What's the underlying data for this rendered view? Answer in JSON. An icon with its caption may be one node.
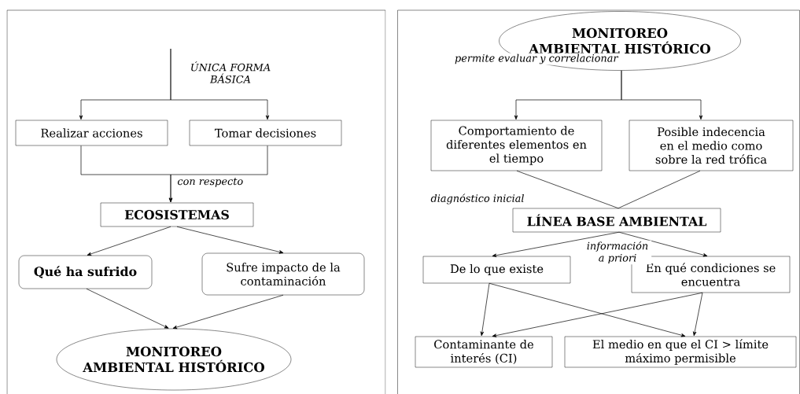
{
  "diagram": {
    "nodes": [
      {
        "text": [],
        "shape": "box"
      },
      {
        "text": [
          "Realizar acciones"
        ],
        "in": 0
      },
      {
        "text": [
          "Tomar decisiones"
        ],
        "in": 0
      },
      {
        "text": [
          "ECOSISTEMAS"
        ],
        "in": 0
      },
      {
        "text": [
          "Qué ha sufrido"
        ],
        "in": 0
      },
      {
        "text": [
          "Sufre impacto de la contaminación"
        ],
        "in": 0
      },
      {
        "text": [
          "MONITOREO AMBIENTAL HISTÓRICO"
        ],
        "in": 0
      },
      {
        "text": [],
        "shape": "box"
      },
      {
        "text": [
          "MONITOREO AMBIENTAL HISTÓRICO"
        ],
        "in": 7
      },
      {
        "text": [
          "Comportamiento de diferentes elementos en el tiempo"
        ],
        "in": 7
      },
      {
        "text": [
          "Posible indecencia en el medio como sobre la red trófica"
        ],
        "in": 7
      },
      {
        "text": [
          "LÍNEA BASE AMBIENTAL"
        ],
        "in": 7
      },
      {
        "text": [
          "De lo que existe"
        ],
        "in": 7
      },
      {
        "text": [
          "En qué condiciones se encuentra"
        ],
        "in": 7
      },
      {
        "text": [
          "Contaminante de interés (CI)"
        ],
        "in": 7
      },
      {
        "text": [
          "El medio en que el CI > límite máximo permisible"
        ],
        "in": 7
      }
    ],
    "edges": [
      {
        "from": null,
        "to": 1,
        "arrow": "to",
        "label": "ÚNICA FORMA BÁSICA"
      },
      {
        "from": null,
        "to": 2,
        "arrow": "to"
      },
      {
        "from": 1,
        "to": 3,
        "arrow": "to",
        "label": "con respecto"
      },
      {
        "from": 2,
        "to": 3,
        "arrow": "to"
      },
      {
        "from": 3,
        "to": 4,
        "arrow": "to"
      },
      {
        "from": 3,
        "to": 5,
        "arrow": "to"
      },
      {
        "from": 4,
        "to": 6,
        "arrow": "to"
      },
      {
        "from": 5,
        "to": 6,
        "arrow": "to"
      },
      {
        "from": 8,
        "to": 9,
        "arrow": "to",
        "label": "permite evaluar y correlacionar"
      },
      {
        "from": 8,
        "to": 10,
        "arrow": "to"
      },
      {
        "from": 9,
        "to": 11,
        "arrow": "none",
        "label": "diagnóstico inicial"
      },
      {
        "from": 10,
        "to": 11,
        "arrow": "none"
      },
      {
        "from": 11,
        "to": 12,
        "arrow": "to",
        "label": "información a priori"
      },
      {
        "from": 11,
        "to": 13,
        "arrow": "to"
      },
      {
        "from": 12,
        "to": 14,
        "arrow": "to"
      },
      {
        "from": 12,
        "to": 15,
        "arrow": "to"
      },
      {
        "from": 13,
        "to": 14,
        "arrow": "to"
      },
      {
        "from": 13,
        "to": 15,
        "arrow": "to"
      }
    ]
  }
}
